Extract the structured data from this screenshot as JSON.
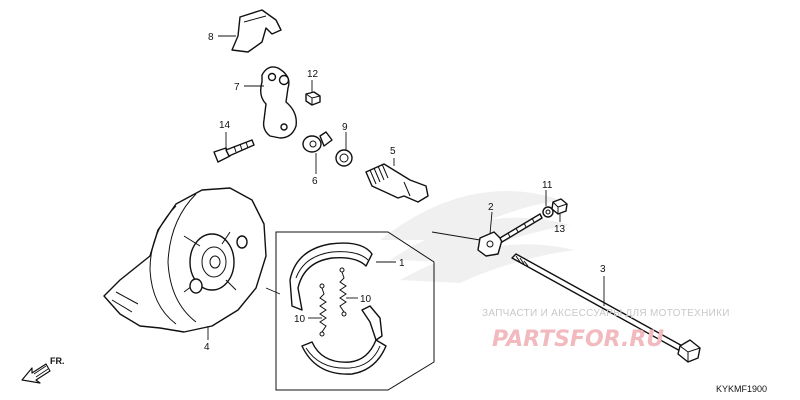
{
  "callouts": {
    "c1": "1",
    "c2": "2",
    "c3": "3",
    "c4": "4",
    "c5": "5",
    "c6": "6",
    "c7": "7",
    "c8": "8",
    "c9": "9",
    "c10a": "10",
    "c10b": "10",
    "c11": "11",
    "c12": "12",
    "c13": "13",
    "c14": "14"
  },
  "watermark": {
    "text": "ЗАПЧАСТИ И АКСЕССУАРЫ ДЛЯ МОТОТЕХНИКИ",
    "logo": "PARTSFOR.RU",
    "logo_color": "#f2b9be"
  },
  "direction_label": "FR.",
  "diagram_code": "KYKMF1900",
  "icons": [
    "front-direction-arrow-icon"
  ]
}
